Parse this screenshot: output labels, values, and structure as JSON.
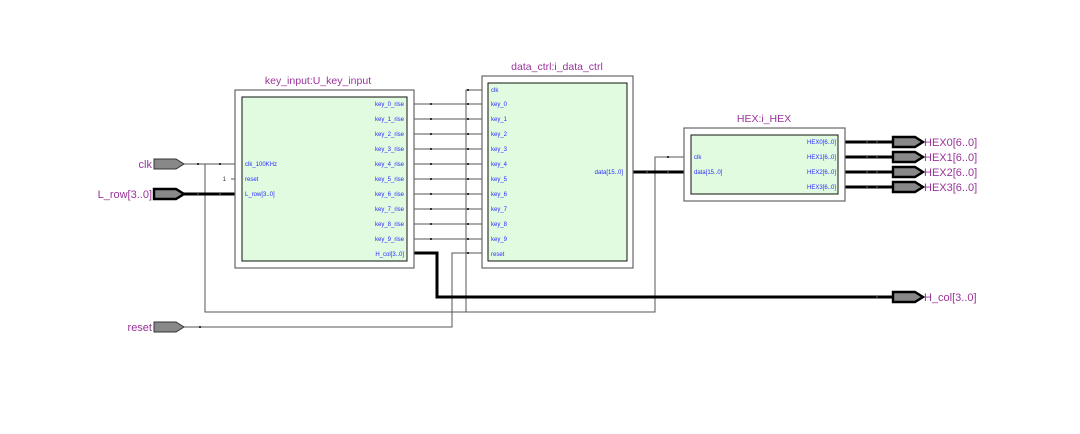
{
  "blocks": {
    "key_input": {
      "title": "key_input:U_key_input",
      "inputs": [
        "clk_100KHz",
        "reset",
        "L_row[3..0]"
      ],
      "outputs": [
        "key_0_rise",
        "key_1_rise",
        "key_2_rise",
        "key_3_rise",
        "key_4_rise",
        "key_5_rise",
        "key_6_rise",
        "key_7_rise",
        "key_8_rise",
        "key_9_rise",
        "H_col[3..0]"
      ],
      "reset_const": "1"
    },
    "data_ctrl": {
      "title": "data_ctrl:i_data_ctrl",
      "inputs": [
        "clk",
        "key_0",
        "key_1",
        "key_2",
        "key_3",
        "key_4",
        "key_5",
        "key_6",
        "key_7",
        "key_8",
        "key_9",
        "reset"
      ],
      "outputs": [
        "data[15..0]"
      ]
    },
    "hex": {
      "title": "HEX:i_HEX",
      "inputs": [
        "clk",
        "data[15..0]"
      ],
      "outputs": [
        "HEX0[6..0]",
        "HEX1[6..0]",
        "HEX2[6..0]",
        "HEX3[6..0]"
      ]
    }
  },
  "ports": {
    "inputs": [
      "clk",
      "L_row[3..0]",
      "reset"
    ],
    "outputs": [
      "HEX0[6..0]",
      "HEX1[6..0]",
      "HEX2[6..0]",
      "HEX3[6..0]",
      "H_col[3..0]"
    ]
  },
  "colors": {
    "block_fill": "#e0fbe0",
    "title_text": "#993399",
    "pin_label_text": "#2a2aff",
    "port_fill": "#888888"
  }
}
